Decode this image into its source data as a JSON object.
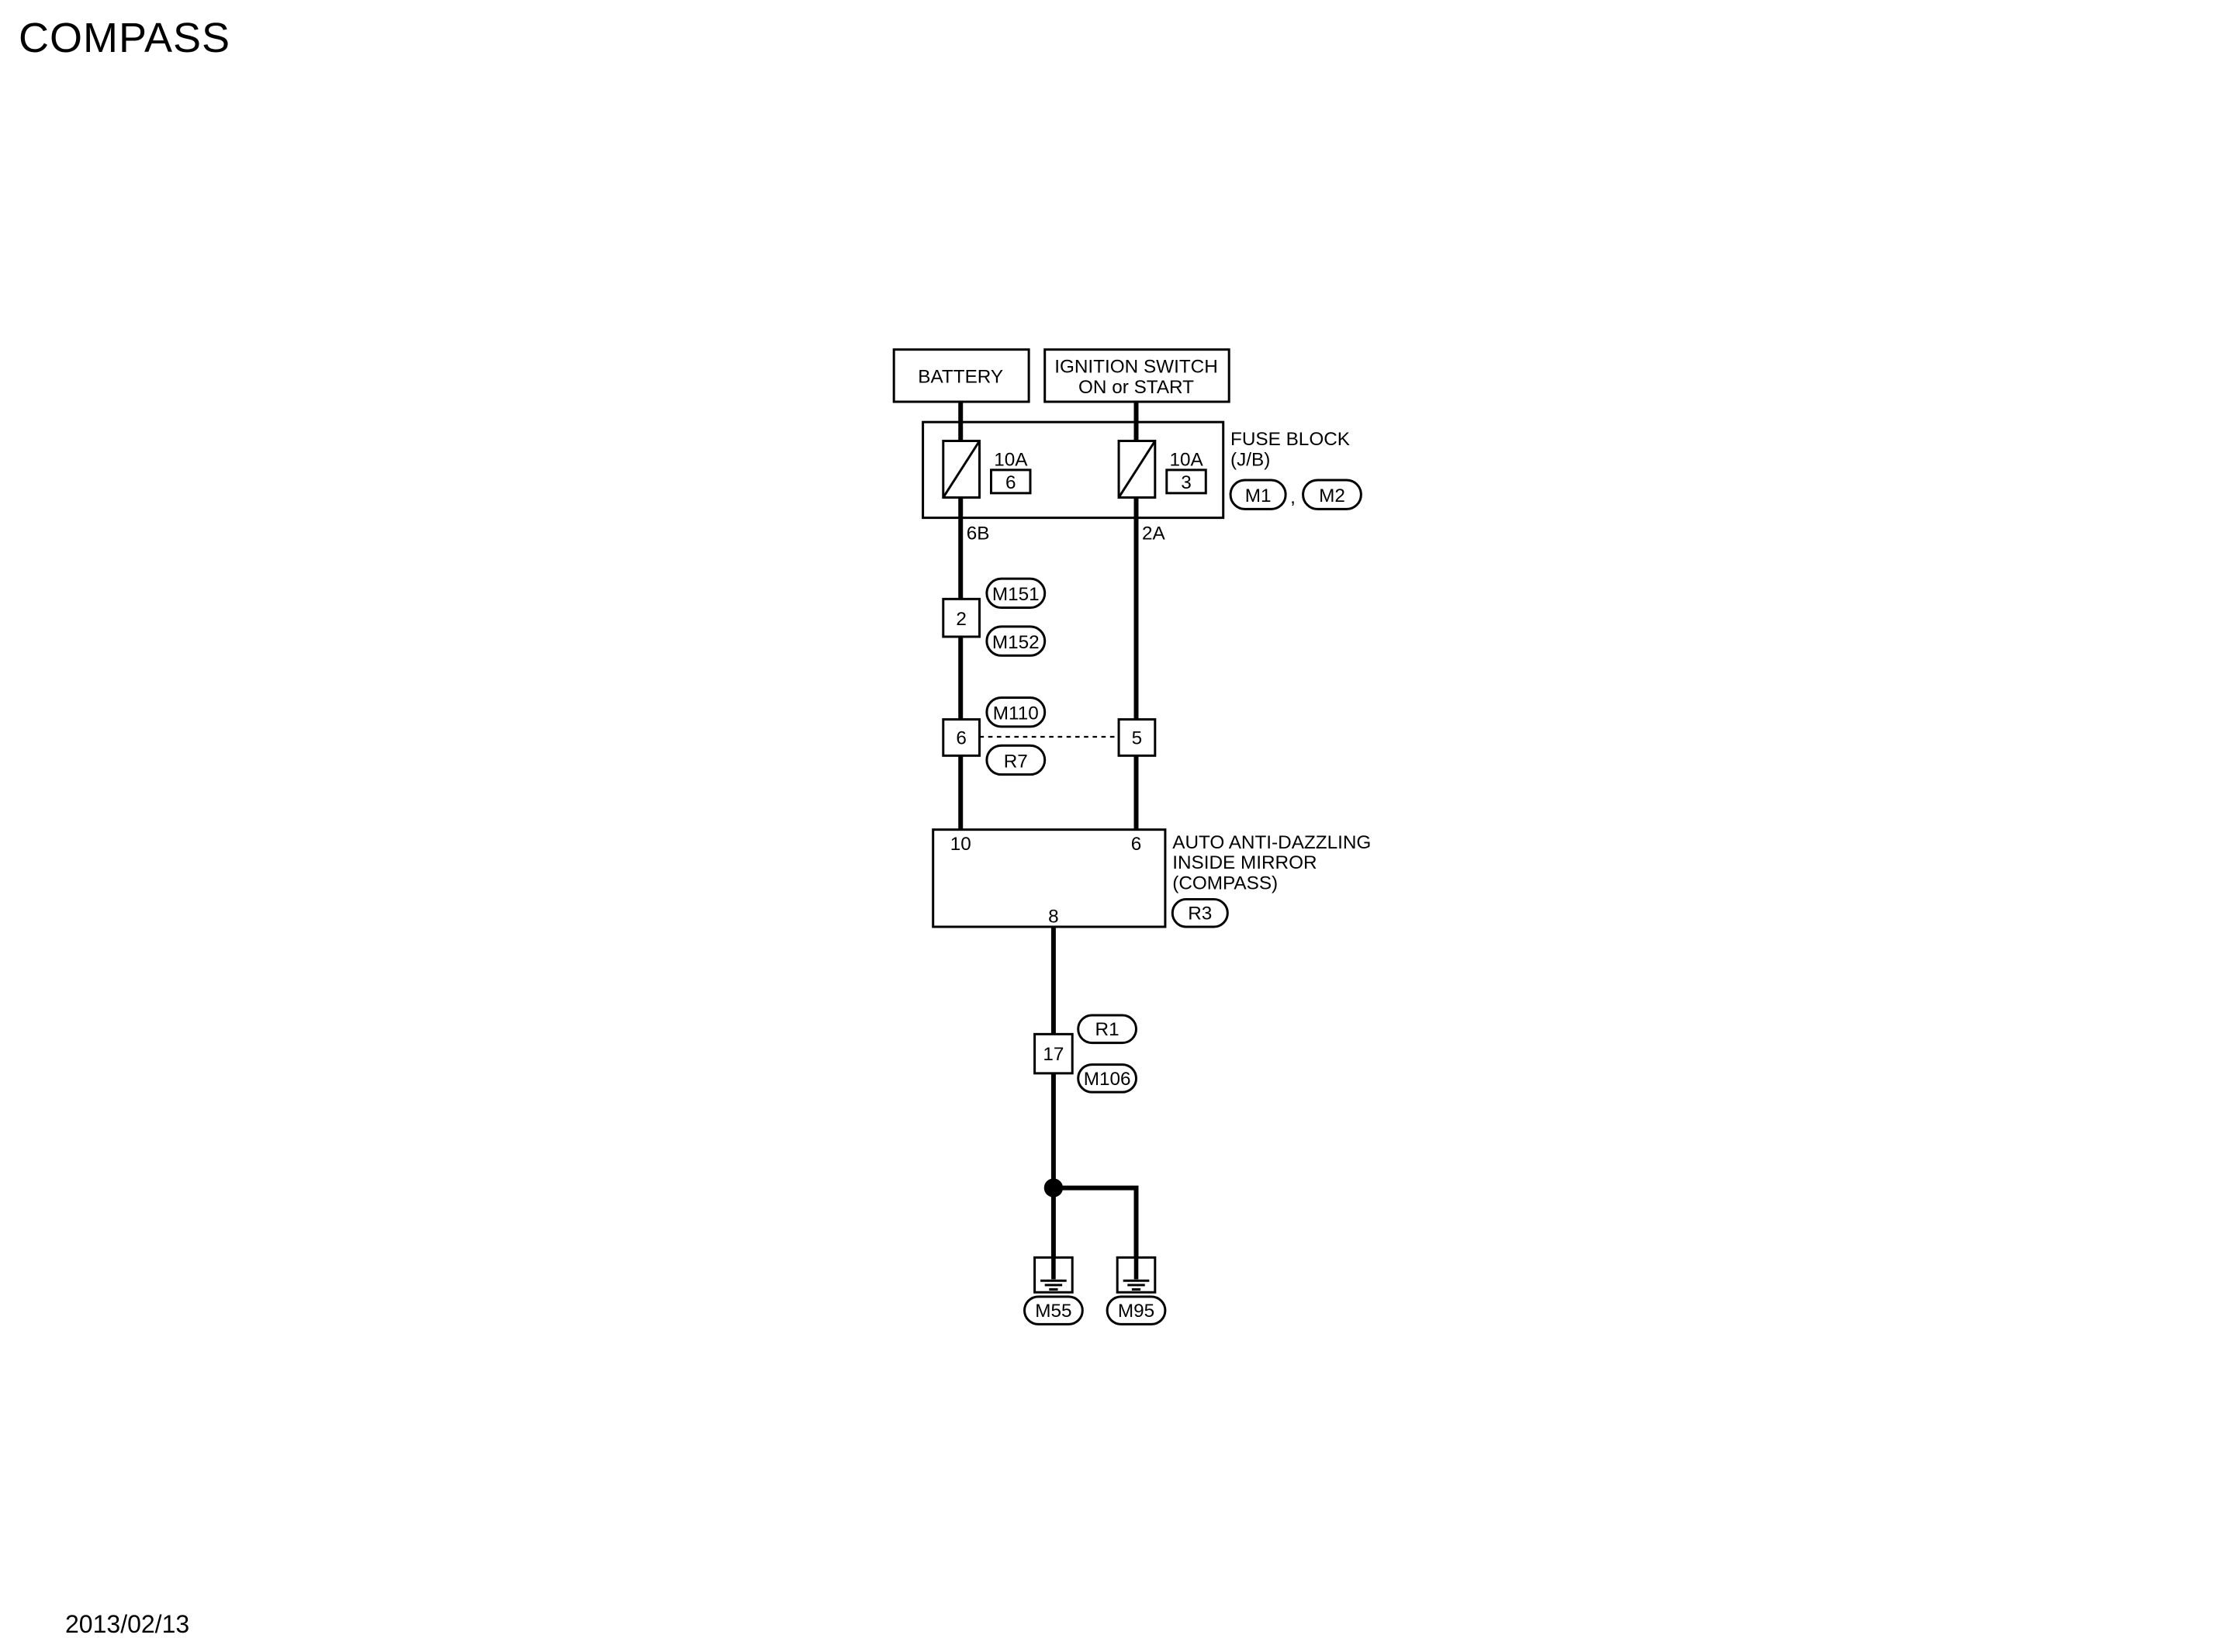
{
  "title": "COMPASS",
  "date": "2013/02/13",
  "colors": {
    "line": "#000000",
    "background": "#ffffff"
  },
  "battery": {
    "label": "BATTERY"
  },
  "ignition": {
    "line1": "IGNITION SWITCH",
    "line2": "ON or START"
  },
  "fuse_block": {
    "line1": "FUSE BLOCK",
    "line2": "(J/B)",
    "connectors": [
      "M1",
      "M2"
    ],
    "separator": ",",
    "fuses": [
      {
        "rating": "10A",
        "number": "6",
        "terminal": "6B"
      },
      {
        "rating": "10A",
        "number": "3",
        "terminal": "2A"
      }
    ]
  },
  "joint_connector_1": {
    "pin": "2",
    "connectors": [
      "M151",
      "M152"
    ]
  },
  "joint_connector_2": {
    "pins": [
      "6",
      "5"
    ],
    "connectors": [
      "M110",
      "R7"
    ]
  },
  "mirror": {
    "line1": "AUTO ANTI-DAZZLING",
    "line2": "INSIDE MIRROR",
    "line3": "(COMPASS)",
    "connector": "R3",
    "pins": [
      "10",
      "6",
      "8"
    ]
  },
  "joint_connector_3": {
    "pin": "17",
    "connectors": [
      "R1",
      "M106"
    ]
  },
  "grounds": [
    "M55",
    "M95"
  ]
}
